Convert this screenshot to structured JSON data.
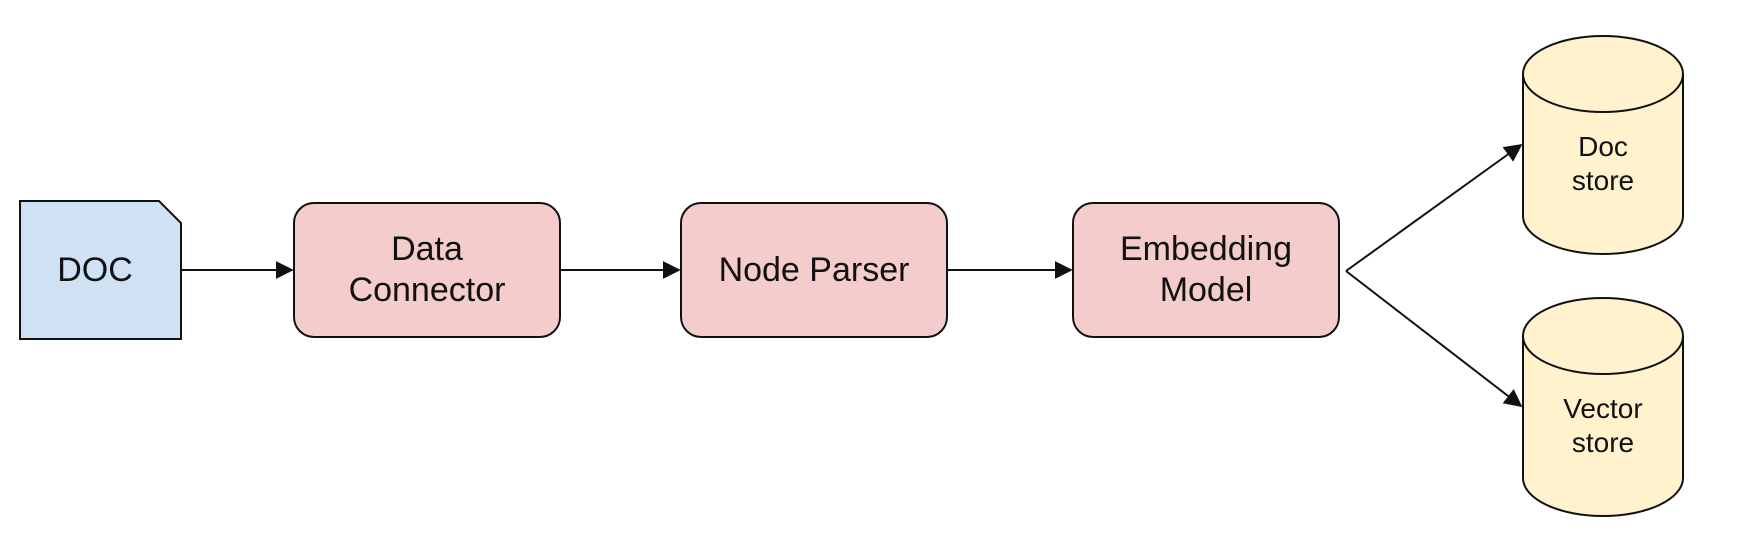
{
  "colors": {
    "doc_fill": "#cfe2f3",
    "process_fill": "#f4cccc",
    "store_fill": "#fff2cc",
    "stroke": "#111111"
  },
  "nodes": {
    "doc": {
      "label": "DOC"
    },
    "data_connector": {
      "label": "Data\nConnector"
    },
    "node_parser": {
      "label": "Node Parser"
    },
    "embedding_model": {
      "label": "Embedding\nModel"
    },
    "doc_store": {
      "label": "Doc\nstore"
    },
    "vector_store": {
      "label": "Vector\nstore"
    }
  }
}
